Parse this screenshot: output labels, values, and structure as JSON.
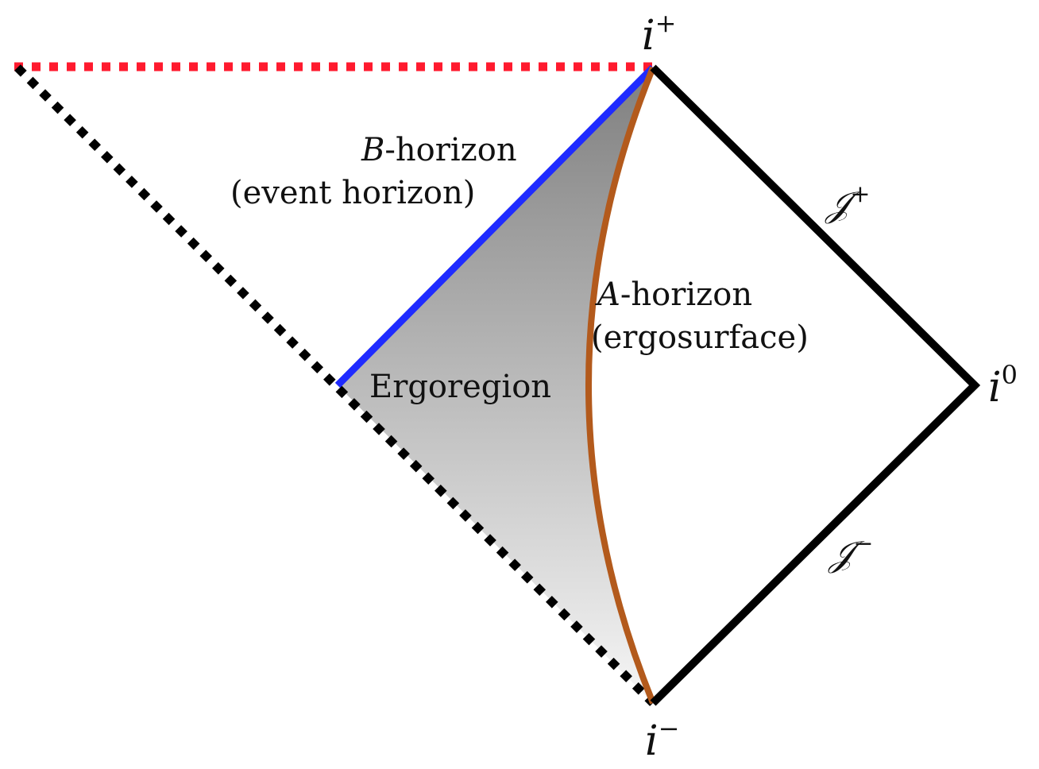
{
  "colors": {
    "background": "#ffffff",
    "boundary": "#000000",
    "event_horizon": "#1f2bff",
    "ergosurface": "#b35a1c",
    "singularity_dotted": "#ff1a2e",
    "ergoregion_fill_top": "#7f7f7f",
    "ergoregion_fill_bottom": "#f6f6f6"
  },
  "labels": {
    "i_plus": {
      "base": "i",
      "sup": "+"
    },
    "i_minus": {
      "base": "i",
      "sup": "−"
    },
    "i_zero": {
      "base": "i",
      "sup": "0"
    },
    "scri_plus": {
      "base": "𝒥",
      "sup": "+"
    },
    "scri_minus": {
      "base": "𝒥",
      "sup": "−"
    },
    "b_horizon": {
      "italic": "B",
      "rest": "-horizon",
      "sub": "(event horizon)"
    },
    "a_horizon": {
      "italic": "A",
      "rest": "-horizon",
      "sub": "(ergosurface)"
    },
    "ergoregion": "Ergoregion"
  },
  "styles": {
    "top_edge": "dotted",
    "left_edge": "dotted",
    "right_edges": "solid"
  }
}
